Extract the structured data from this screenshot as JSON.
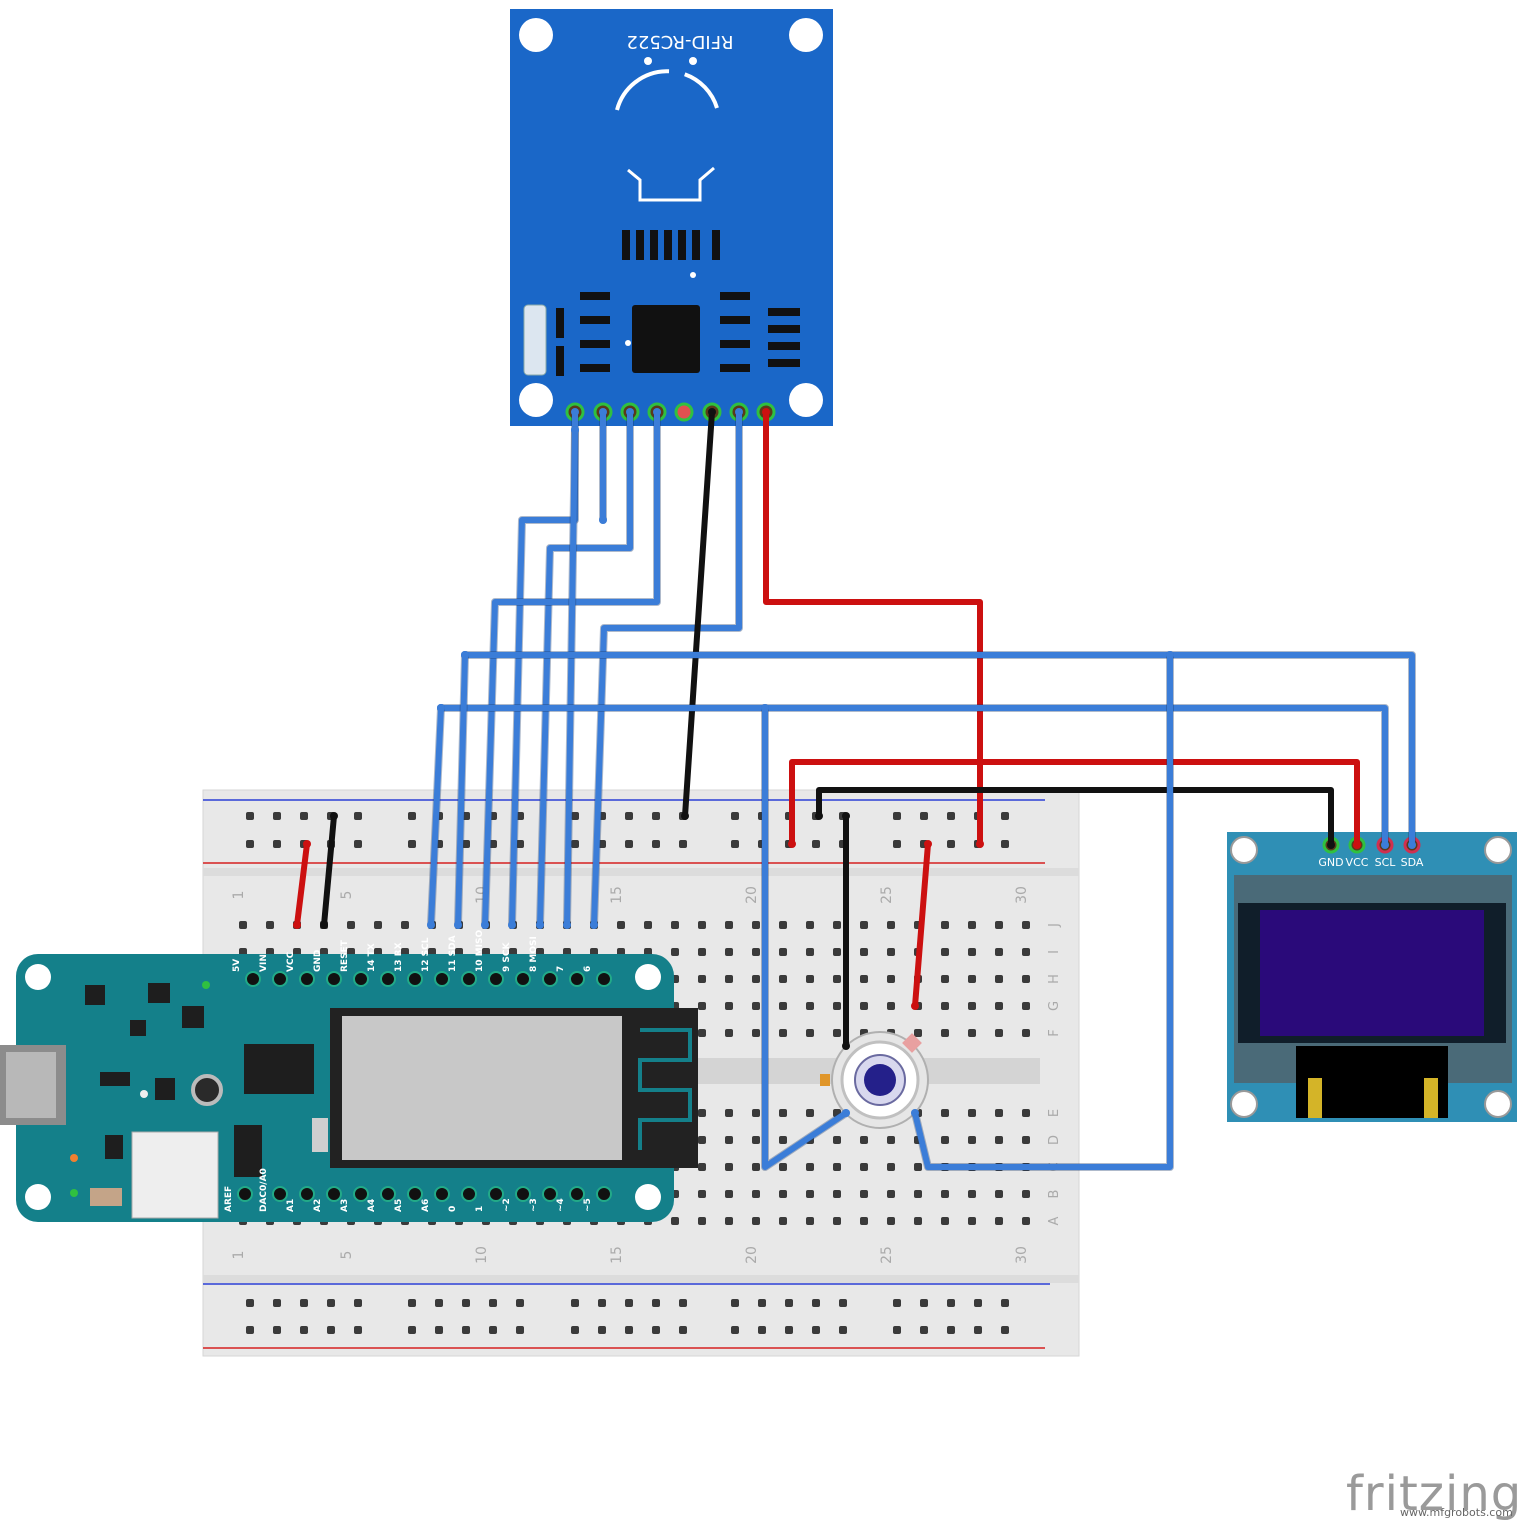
{
  "rfid": {
    "label": "RFID-RC522"
  },
  "oled": {
    "pins": [
      "GND",
      "VCC",
      "SCL",
      "SDA"
    ]
  },
  "mkr": {
    "top_pins": [
      "5V",
      "VIN",
      "VCC",
      "GND",
      "RESET",
      "14 TX",
      "13 RX",
      "12 SCL",
      "11 SDA",
      "10 MISO",
      "9 SCK",
      "8 MOSI",
      "7",
      "6"
    ],
    "bottom_pins": [
      "AREF",
      "DAC0/A0",
      "A1",
      "A2",
      "A3",
      "A4",
      "A5",
      "A6",
      "0",
      "1",
      "~2",
      "~3",
      "~4",
      "~5"
    ]
  },
  "breadboard": {
    "column_numbers": [
      "1",
      "5",
      "10",
      "15",
      "20",
      "25",
      "30"
    ],
    "row_letters": [
      "J",
      "I",
      "H",
      "G",
      "F",
      "E",
      "D",
      "C",
      "B",
      "A"
    ]
  },
  "watermark": {
    "logo": "fritzing",
    "url": "www.mfgrobots.com"
  },
  "colors": {
    "wire_blue": "#3b7dd8",
    "wire_red": "#cc1010",
    "wire_black": "#111111",
    "rfid_board": "#1a67c8",
    "mkr_board": "#14808a",
    "oled_board": "#2f8fb5",
    "oled_screen": "#2a0a7a",
    "breadboard": "#e8e8e8"
  }
}
